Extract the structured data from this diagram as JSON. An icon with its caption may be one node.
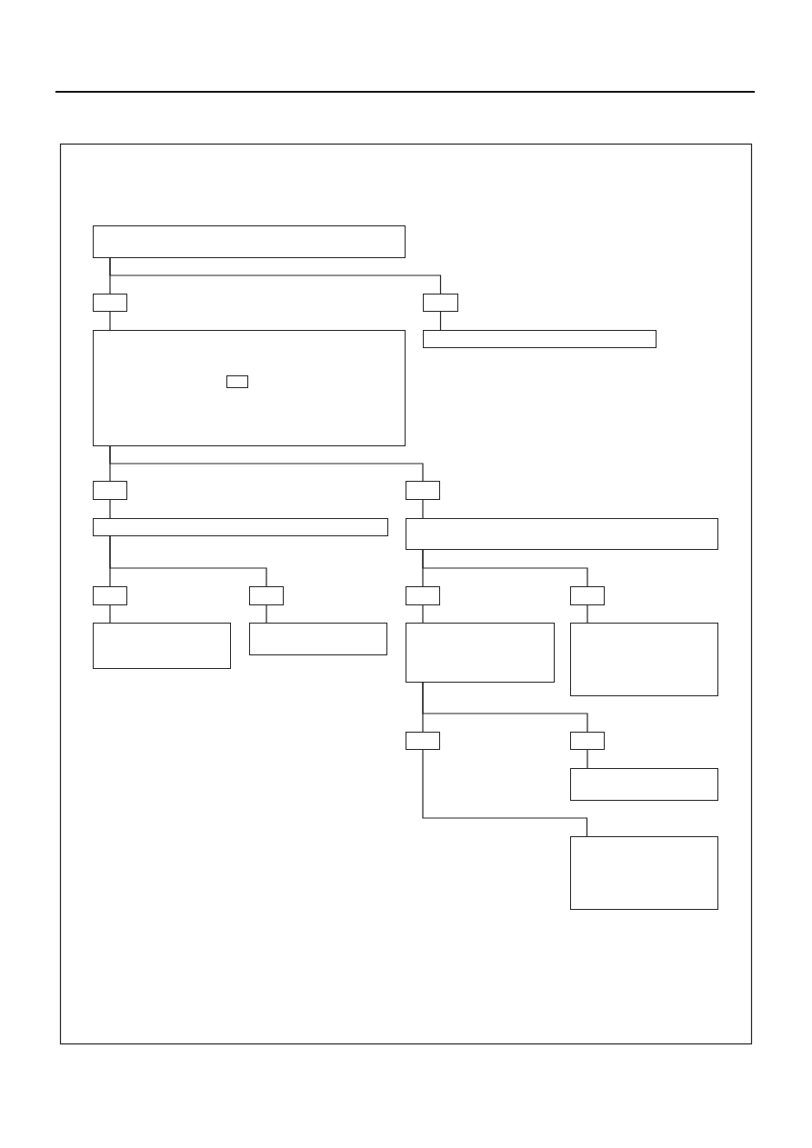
{
  "diagram": {
    "nodes": [
      {
        "text": [],
        "shape": "box"
      },
      {
        "text": [],
        "shape": "box"
      },
      {
        "text": [],
        "shape": "box"
      },
      {
        "text": [],
        "shape": "box"
      },
      {
        "text": [],
        "shape": "box",
        "in": 3
      },
      {
        "text": [],
        "shape": "box"
      },
      {
        "text": [],
        "shape": "box"
      },
      {
        "text": [],
        "shape": "box"
      },
      {
        "text": [],
        "shape": "box"
      },
      {
        "text": [],
        "shape": "box"
      },
      {
        "text": [],
        "shape": "box"
      },
      {
        "text": [],
        "shape": "box"
      },
      {
        "text": [],
        "shape": "box"
      },
      {
        "text": [],
        "shape": "box"
      },
      {
        "text": [],
        "shape": "box"
      },
      {
        "text": [],
        "shape": "box"
      },
      {
        "text": [],
        "shape": "box"
      },
      {
        "text": [],
        "shape": "box"
      },
      {
        "text": [],
        "shape": "box"
      },
      {
        "text": [],
        "shape": "box"
      },
      {
        "text": [],
        "shape": "box"
      },
      {
        "text": [],
        "shape": "box"
      }
    ],
    "edges": [
      {
        "from": 0,
        "to": 1,
        "arrow": "none"
      },
      {
        "from": 0,
        "to": 2,
        "arrow": "none"
      },
      {
        "from": 1,
        "to": 3,
        "arrow": "none"
      },
      {
        "from": 2,
        "to": 5,
        "arrow": "none"
      },
      {
        "from": 3,
        "to": 6,
        "arrow": "none"
      },
      {
        "from": 3,
        "to": 7,
        "arrow": "none"
      },
      {
        "from": 6,
        "to": 8,
        "arrow": "none"
      },
      {
        "from": 7,
        "to": 9,
        "arrow": "none"
      },
      {
        "from": 8,
        "to": 10,
        "arrow": "none"
      },
      {
        "from": 8,
        "to": 11,
        "arrow": "none"
      },
      {
        "from": 9,
        "to": 12,
        "arrow": "none"
      },
      {
        "from": 9,
        "to": 13,
        "arrow": "none"
      },
      {
        "from": 10,
        "to": 14,
        "arrow": "none"
      },
      {
        "from": 11,
        "to": 15,
        "arrow": "none"
      },
      {
        "from": 12,
        "to": 16,
        "arrow": "none"
      },
      {
        "from": 13,
        "to": 17,
        "arrow": "none"
      },
      {
        "from": 16,
        "to": 18,
        "arrow": "none"
      },
      {
        "from": 16,
        "to": 19,
        "arrow": "none"
      },
      {
        "from": 19,
        "to": 20,
        "arrow": "none"
      },
      {
        "from": 18,
        "to": 21,
        "arrow": "none"
      }
    ]
  }
}
